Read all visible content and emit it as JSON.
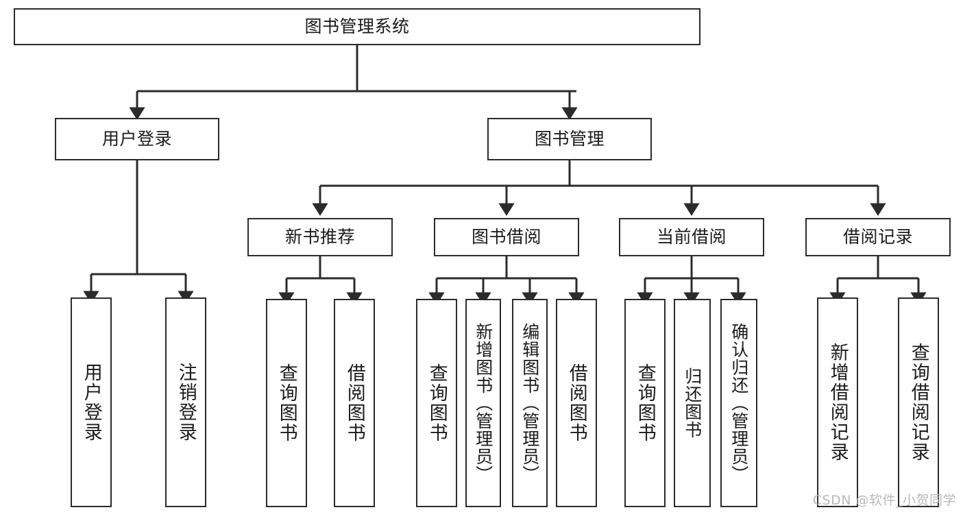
{
  "diagram": {
    "title": "图书管理系统",
    "watermark": "CSDN @软件_小贺同学",
    "line_color": "#2b2b2b",
    "background": "#ffffff",
    "text_color": "#1a1a1a",
    "watermark_color": "#b9b9b9",
    "root": {
      "label": "图书管理系统"
    },
    "level2": [
      {
        "label": "用户登录"
      },
      {
        "label": "图书管理"
      }
    ],
    "level3": [
      {
        "label": "新书推荐"
      },
      {
        "label": "图书借阅"
      },
      {
        "label": "当前借阅"
      },
      {
        "label": "借阅记录"
      }
    ],
    "leaves": {
      "user_login": [
        {
          "label": "用户登录"
        },
        {
          "label": "注销登录"
        }
      ],
      "new_book": [
        {
          "label": "查询图书"
        },
        {
          "label": "借阅图书"
        }
      ],
      "book_borrow": [
        {
          "label": "查询图书"
        },
        {
          "label": "新增图书（管理员）"
        },
        {
          "label": "编辑图书（管理员）"
        },
        {
          "label": "借阅图书"
        }
      ],
      "current_borrow": [
        {
          "label": "查询图书"
        },
        {
          "label": "归还图书"
        },
        {
          "label": "确认归还（管理员）"
        }
      ],
      "borrow_record": [
        {
          "label": "新增借阅记录"
        },
        {
          "label": "查询借阅记录"
        }
      ]
    }
  }
}
